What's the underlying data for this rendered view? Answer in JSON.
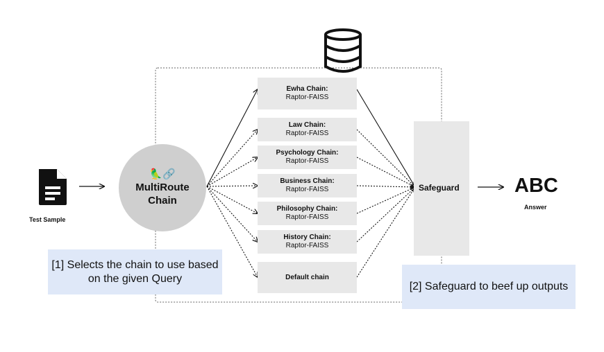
{
  "input": {
    "label": "Test Sample",
    "icon": "document-icon"
  },
  "router": {
    "title": "MultiRoute Chain",
    "emoji": "🦜🔗"
  },
  "database": {
    "icon": "database-icon"
  },
  "chains": [
    {
      "name": "Ewha Chain:",
      "sub": "Raptor-FAISS",
      "route": "solid"
    },
    {
      "name": "Law Chain:",
      "sub": "Raptor-FAISS",
      "route": "dotted"
    },
    {
      "name": "Psychology Chain:",
      "sub": "Raptor-FAISS",
      "route": "dotted"
    },
    {
      "name": "Business Chain:",
      "sub": "Raptor-FAISS",
      "route": "dotted"
    },
    {
      "name": "Philosophy Chain:",
      "sub": "Raptor-FAISS",
      "route": "dotted"
    },
    {
      "name": "History Chain:",
      "sub": "Raptor-FAISS",
      "route": "dotted"
    },
    {
      "name": "Default chain",
      "sub": "",
      "route": "dotted"
    }
  ],
  "safeguard": {
    "label": "Safeguard"
  },
  "output": {
    "text": "ABC",
    "label": "Answer"
  },
  "notes": {
    "router_note": "[1] Selects the chain to use based on the given Query",
    "safeguard_note": "[2] Safeguard to beef up outputs"
  },
  "colors": {
    "box": "#e8e8e8",
    "circle": "#cfcfcf",
    "note": "#dfe8f8",
    "line": "#111111"
  }
}
